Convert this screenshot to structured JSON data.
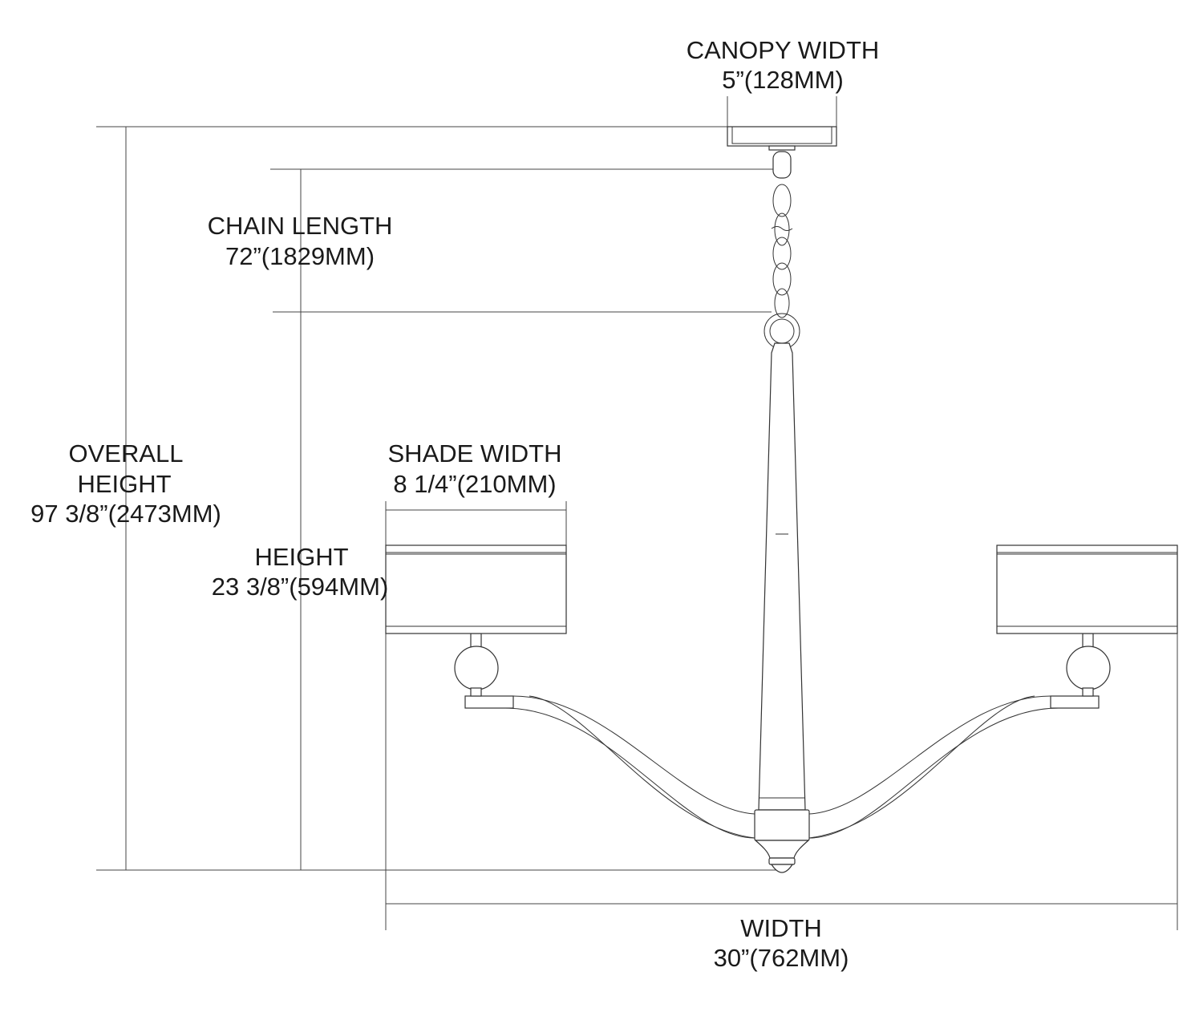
{
  "canopy_width": {
    "label": "CANOPY WIDTH",
    "value": "5”(128MM)"
  },
  "chain_length": {
    "label": "CHAIN LENGTH",
    "value": "72”(1829MM)"
  },
  "overall_height": {
    "label_line1": "OVERALL",
    "label_line2": "HEIGHT",
    "value": "97 3/8”(2473MM)"
  },
  "shade_width": {
    "label": "SHADE WIDTH",
    "value": "8 1/4”(210MM)"
  },
  "height": {
    "label": "HEIGHT",
    "value": "23 3/8”(594MM)"
  },
  "width": {
    "label": "WIDTH",
    "value": "30”(762MM)"
  }
}
